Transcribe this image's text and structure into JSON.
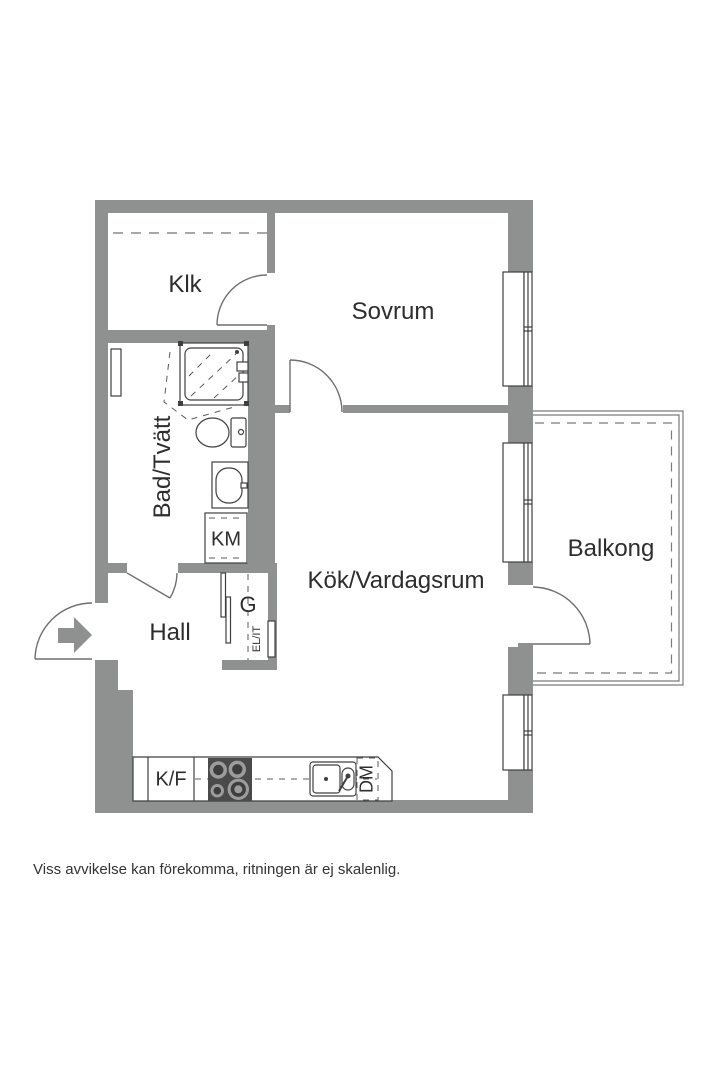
{
  "plan": {
    "rooms": {
      "klk": {
        "label": "Klk"
      },
      "sovrum": {
        "label": "Sovrum"
      },
      "bad_tvatt": {
        "label": "Bad/Tvätt"
      },
      "hall": {
        "label": "Hall"
      },
      "kok_vardagsrum": {
        "label": "Kök/Vardagsrum"
      },
      "balkong": {
        "label": "Balkong"
      }
    },
    "fixtures": {
      "km": {
        "label": "KM"
      },
      "g": {
        "label": "G"
      },
      "el_it": {
        "label": "EL/IT"
      },
      "kf": {
        "label": "K/F"
      },
      "dm": {
        "label": "DM"
      }
    },
    "colors": {
      "wall": "#8e9190",
      "stove": "#4a4a4a",
      "line": "#3f3f3f",
      "text": "#2d2d2d",
      "background": "#ffffff"
    }
  },
  "footer": {
    "disclaimer": "Viss avvikelse kan förekomma, ritningen är ej skalenlig."
  }
}
